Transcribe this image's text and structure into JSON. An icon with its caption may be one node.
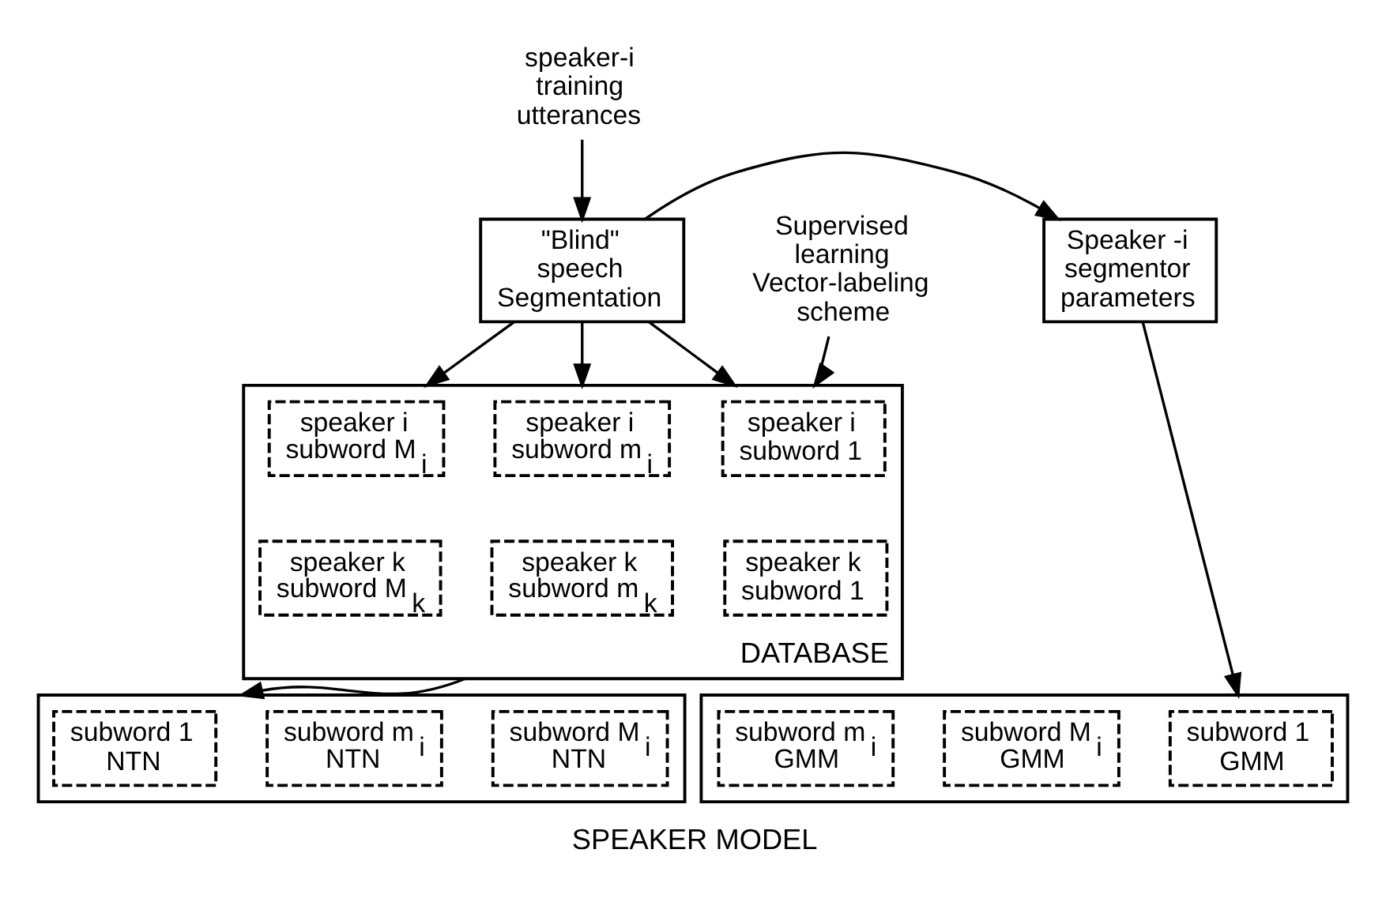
{
  "diagram": {
    "caption": "SPEAKER MODEL",
    "nodes": [
      {
        "text": [
          "speaker-i training utterances"
        ]
      },
      {
        "text": [
          "\"Blind\" speech Segmentation"
        ]
      },
      {
        "text": [
          "Speaker -i segmentor parameters"
        ]
      },
      {
        "text": [
          "Supervised learning Vector-labeling scheme"
        ]
      },
      {
        "text": [
          "DATABASE"
        ]
      },
      {
        "text": [
          "speaker i subword 1"
        ],
        "in": 4
      },
      {
        "text": [
          "speaker i subword m$_{i}$"
        ],
        "in": 4
      },
      {
        "text": [
          "speaker i subword M$_{i}$"
        ],
        "in": 4
      },
      {
        "text": [
          "speaker k subword 1"
        ],
        "in": 4
      },
      {
        "text": [
          "speaker k subword m$_{k}$"
        ],
        "in": 4
      },
      {
        "text": [
          "speaker k subword M$_{k}$"
        ],
        "in": 4
      },
      {
        "text": [],
        "shape": "box"
      },
      {
        "text": [
          "subword 1 GMM"
        ],
        "in": 11
      },
      {
        "text": [
          "subword m$_{i}$ GMM"
        ],
        "in": 11
      },
      {
        "text": [
          "subword M$_{i}$ GMM"
        ],
        "in": 11
      },
      {
        "text": [],
        "shape": "box"
      },
      {
        "text": [
          "subword 1 NTN"
        ],
        "in": 15
      },
      {
        "text": [
          "subword m$_{i}$ NTN"
        ],
        "in": 15
      },
      {
        "text": [
          "subword M$_{i}$ NTN"
        ],
        "in": 15
      }
    ],
    "edges": [
      {
        "from": 0,
        "to": 1,
        "arrow": "to"
      },
      {
        "from": 1,
        "to": 2,
        "arrow": "to"
      },
      {
        "from": 1,
        "to": 4,
        "arrow": "to"
      },
      {
        "from": 1,
        "to": 4,
        "arrow": "to"
      },
      {
        "from": 1,
        "to": 4,
        "arrow": "to"
      },
      {
        "from": 3,
        "to": 4,
        "arrow": "to"
      },
      {
        "from": 2,
        "to": 11,
        "arrow": "to"
      },
      {
        "from": 4,
        "to": 15,
        "arrow": "to"
      }
    ]
  }
}
